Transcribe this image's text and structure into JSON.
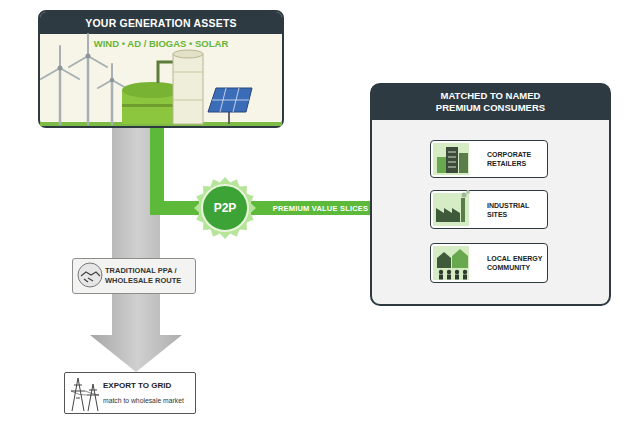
{
  "diagram": {
    "nodes": [
      {
        "text": [
          "YOUR GENERATION ASSETS",
          "WIND • AD / BIOGAS • SOLAR"
        ]
      },
      {
        "text": [
          "P2P"
        ]
      },
      {
        "text": [
          "TRADITIONAL PPA / WHOLESALE ROUTE"
        ]
      },
      {
        "text": [
          "EXPORT TO GRID",
          "match to wholesale market"
        ]
      },
      {
        "text": [
          "MATCHED TO NAMED PREMIUM CONSUMERS"
        ]
      },
      {
        "text": [
          "CORPORATE RETAILERS"
        ],
        "in": 4
      },
      {
        "text": [
          "INDUSTRIAL SITES"
        ],
        "in": 4
      },
      {
        "text": [
          "LOCAL ENERGY COMMUNITY"
        ],
        "in": 4
      }
    ],
    "edges": [
      {
        "from": 0,
        "to": 2,
        "arrow": "none"
      },
      {
        "from": 2,
        "to": 3,
        "arrow": "to"
      },
      {
        "from": 0,
        "to": 1,
        "arrow": "none"
      },
      {
        "from": 1,
        "to": 5,
        "arrow": "to"
      },
      {
        "from": 1,
        "to": 6,
        "label": "PREMIUM VALUE SLICES",
        "arrow": "to"
      },
      {
        "from": 1,
        "to": 7,
        "arrow": "to"
      }
    ]
  }
}
